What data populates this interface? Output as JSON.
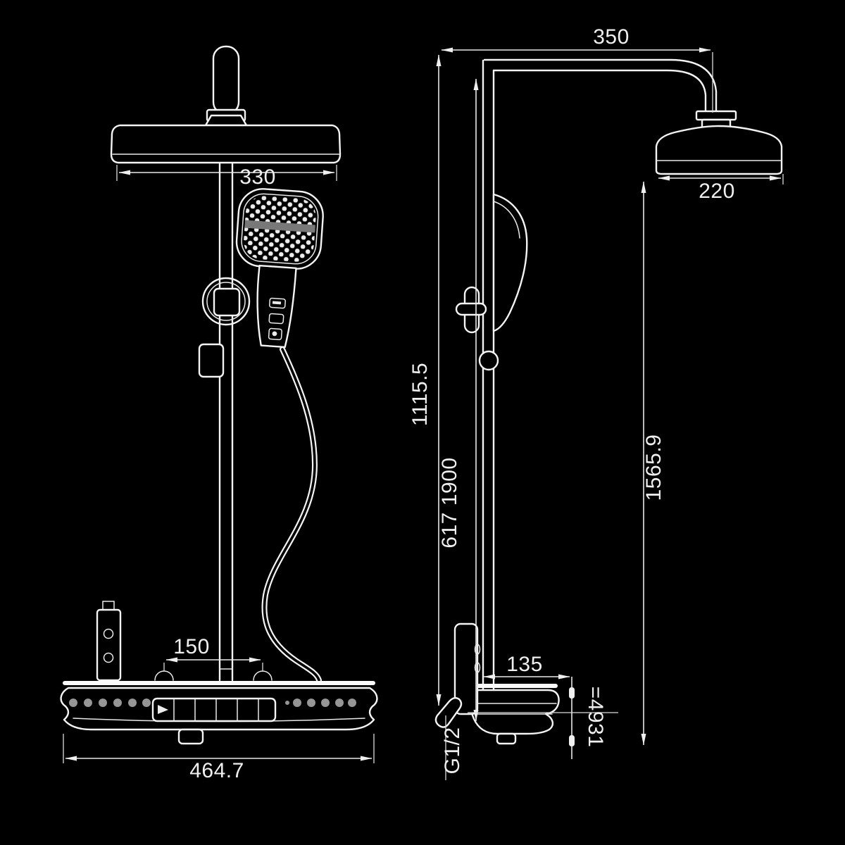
{
  "meta": {
    "description": "Black-background technical line drawing of a thermostatic shower system, front view (left) and side view (right), with dimension annotations in millimetres"
  },
  "colors": {
    "background": "#000000",
    "line": "#f4f4f4",
    "dimension_text": "#efefef",
    "deck_dots": "#969696",
    "spray_band": "#787878"
  },
  "front_view": {
    "head_width": "330",
    "inlet_spacing": "150",
    "deck_width": "464.7"
  },
  "side_view": {
    "arm_reach": "350",
    "head_diameter": "220",
    "total_height": "1115.5",
    "column_height": "617 1900",
    "overall_height": "1565.9",
    "deck_depth": "135",
    "base_height": "=4931",
    "connection_thread": "G1/2"
  }
}
